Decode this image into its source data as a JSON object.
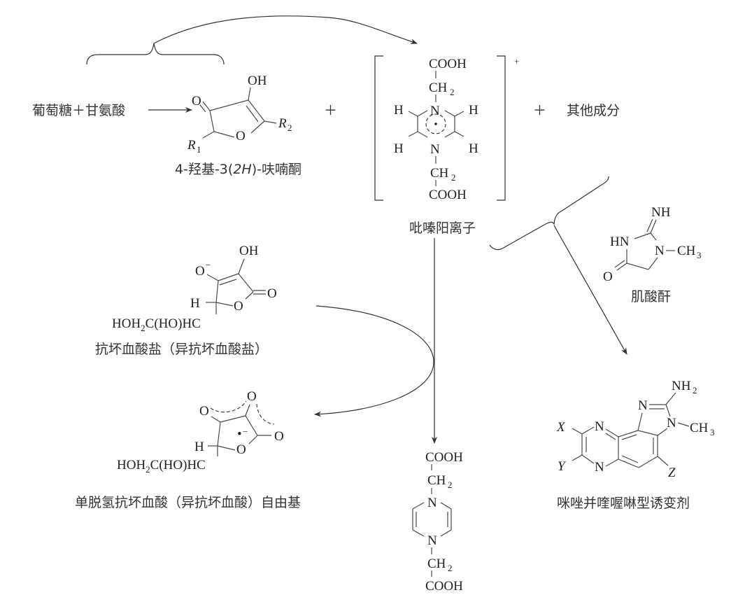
{
  "reactants": {
    "label": "葡萄糖＋甘氨酸",
    "plus_separator": "＋"
  },
  "furanone": {
    "atoms": {
      "O_keto": "O",
      "OH": "OH",
      "R1": "R",
      "R1_sub": "1",
      "R2": "R",
      "R2_sub": "2",
      "O_ring": "O"
    },
    "name": "4-羟基-3(2H)-呋喃酮",
    "name_parts": [
      "4-羟基-3(",
      "2H",
      ")-呋喃酮"
    ]
  },
  "pyrazinium": {
    "atoms": {
      "COOH_top": "COOH",
      "CH2_top": "CH",
      "CH2_sub": "2",
      "N_top": "N",
      "N_bottom": "N",
      "H": "H",
      "CH2_bottom": "CH",
      "COOH_bottom": "COOH"
    },
    "charge": "+",
    "name": "吡嗪阳离子"
  },
  "other": {
    "plus": "＋",
    "plus2": "＋",
    "label": "其他成分"
  },
  "creatinine": {
    "atoms": {
      "NH": "NH",
      "HN": "HN",
      "N": "N",
      "CH3": "CH",
      "CH3_sub": "3",
      "O": "O"
    },
    "name": "肌酸酐"
  },
  "ascorbate": {
    "atoms": {
      "O_minus": "O",
      "minus": "−",
      "OH": "OH",
      "O_carbonyl": "O",
      "H": "H",
      "O_ring": "O",
      "side_chain": "HOH",
      "side_sub": "2",
      "side_rest": "C(HO)HC"
    },
    "name": "抗坏血酸盐（异抗坏血酸盐）"
  },
  "radical": {
    "atoms": {
      "O1": "O",
      "O2": "O",
      "O3": "O",
      "H": "H",
      "O_ring": "O",
      "dot": "•",
      "minus": "−",
      "side_chain": "HOH",
      "side_sub": "2",
      "side_rest": "C(HO)HC"
    },
    "name": "单脱氢抗坏血酸（异抗坏血酸）自由基"
  },
  "dihydropyrazine": {
    "atoms": {
      "COOH_top": "COOH",
      "CH2": "CH",
      "CH2_sub": "2",
      "N": "N",
      "COOH_bottom": "COOH"
    }
  },
  "mutagen": {
    "atoms": {
      "NH2": "NH",
      "NH2_sub": "2",
      "N": "N",
      "CH3": "CH",
      "CH3_sub": "3",
      "X": "X",
      "Y": "Y",
      "Z": "Z"
    },
    "name": "咪唑并喹喔啉型诱变剂"
  }
}
